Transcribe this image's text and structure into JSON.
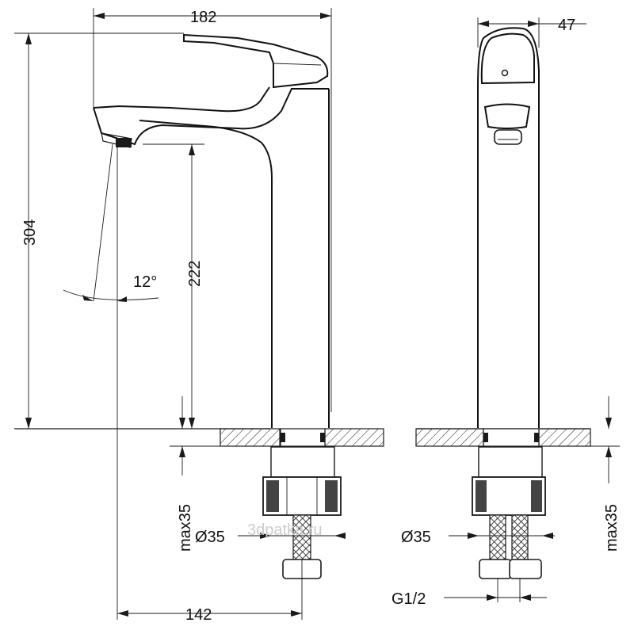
{
  "dimensions": {
    "total_width": "182",
    "side_width": "47",
    "total_height": "304",
    "spout_height": "222",
    "swivel_angle": "12°",
    "max_counter_left": "max35",
    "max_counter_right": "max35",
    "hole_dia_left": "Ø35",
    "hole_dia_right": "Ø35",
    "spout_reach": "142",
    "thread": "G1/2"
  },
  "watermark": "3dpatka.ru"
}
